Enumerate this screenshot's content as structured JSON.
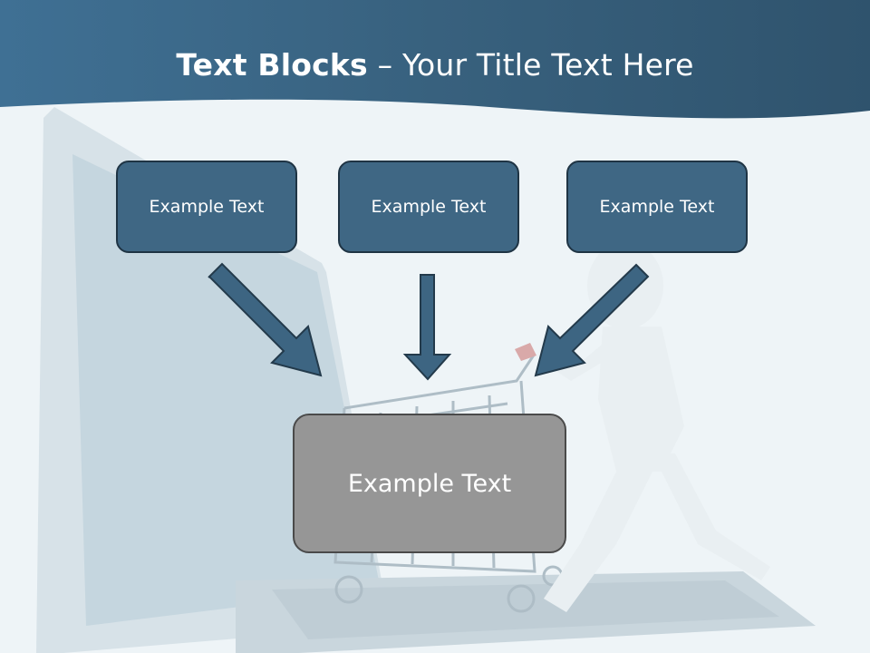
{
  "slide": {
    "title_bold": "Text Blocks",
    "title_dash": " – ",
    "title_rest": "Your Title Text Here",
    "blocks": [
      {
        "label": "Example Text"
      },
      {
        "label": "Example Text"
      },
      {
        "label": "Example Text"
      }
    ],
    "center_block": {
      "label": "Example Text"
    }
  },
  "colors": {
    "header": "#3a607e",
    "block_fill": "#3f6784",
    "block_border": "#1f3444",
    "center_fill": "#969696",
    "arrow_fill": "#3d6582"
  }
}
